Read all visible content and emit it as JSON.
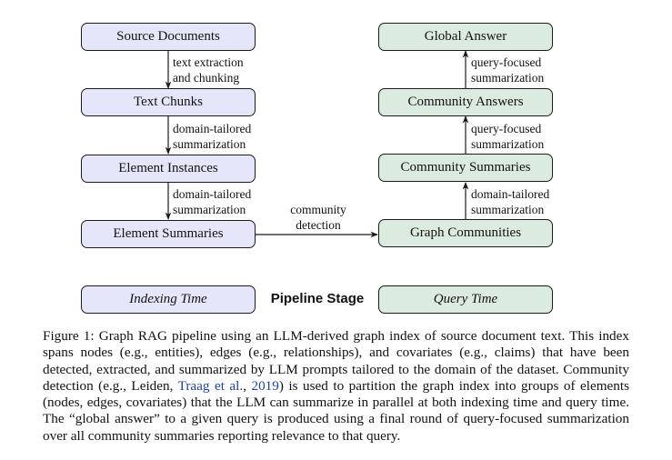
{
  "diagram": {
    "indexing": {
      "source_documents": "Source Documents",
      "text_chunks": "Text Chunks",
      "element_instances": "Element Instances",
      "element_summaries": "Element Summaries"
    },
    "query": {
      "graph_communities": "Graph Communities",
      "community_summaries": "Community Summaries",
      "community_answers": "Community Answers",
      "global_answer": "Global Answer"
    },
    "edges": {
      "source_to_chunks": [
        "text extraction",
        "and chunking"
      ],
      "chunks_to_instances": [
        "domain-tailored",
        "summarization"
      ],
      "instances_to_summaries": [
        "domain-tailored",
        "summarization"
      ],
      "summaries_to_communities": [
        "community",
        "detection"
      ],
      "communities_to_summaries": [
        "domain-tailored",
        "summarization"
      ],
      "summaries_to_answers": [
        "query-focused",
        "summarization"
      ],
      "answers_to_global": [
        "query-focused",
        "summarization"
      ]
    },
    "legend": {
      "indexing_time": "Indexing Time",
      "pipeline_stage": "Pipeline Stage",
      "query_time": "Query Time"
    },
    "colors": {
      "indexing_fill": "#e6e6fa",
      "query_fill": "#dcebe0",
      "stroke": "#1a1a1a",
      "citation_link": "#1d3fa8"
    }
  },
  "caption": {
    "prefix": "Figure 1: Graph RAG pipeline using an LLM-derived graph index of source document text. This index spans nodes (e.g., entities), edges (e.g., relationships), and covariates (e.g., claims) that have been detected, extracted, and summarized by LLM prompts tailored to the domain of the dataset. Community detection (e.g., Leiden, ",
    "citation_author": "Traag et al.",
    "citation_sep": ", ",
    "citation_year": "2019",
    "suffix": ") is used to partition the graph index into groups of elements (nodes, edges, covariates) that the LLM can summarize in parallel at both indexing time and query time. The “global answer” to a given query is produced using a final round of query-focused summarization over all community summaries reporting relevance to that query."
  }
}
